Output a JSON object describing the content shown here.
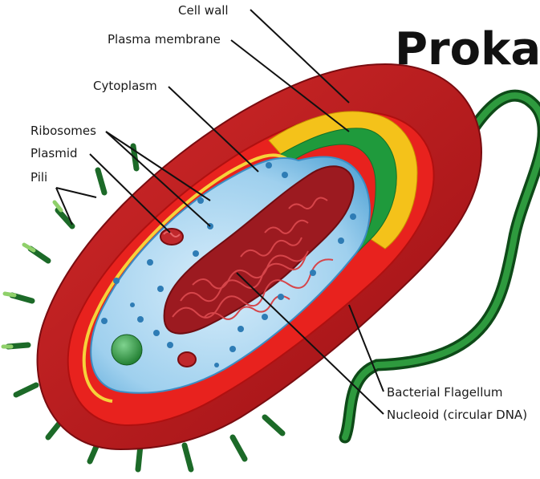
{
  "title": "Prokar",
  "labels": {
    "cell_wall": "Cell wall",
    "plasma_membrane": "Plasma membrane",
    "cytoplasm": "Cytoplasm",
    "ribosomes": "Ribosomes",
    "plasmid": "Plasmid",
    "pili": "Pili",
    "bacterial_flagellum": "Bacterial Flagellum",
    "nucleoid": "Nucleoid (circular DNA)"
  },
  "colors": {
    "capsule": "#c0171c",
    "capsule_dark": "#8e0f13",
    "cell_wall_band": "#e41b1b",
    "plasma_membrane_band": "#f4c21a",
    "green_layer": "#1f9a3c",
    "cytoplasm": "#a8d6f0",
    "nucleoid": "#b02026",
    "flagellum": "#1c7a2c",
    "ribosome": "#2e7cb5"
  }
}
